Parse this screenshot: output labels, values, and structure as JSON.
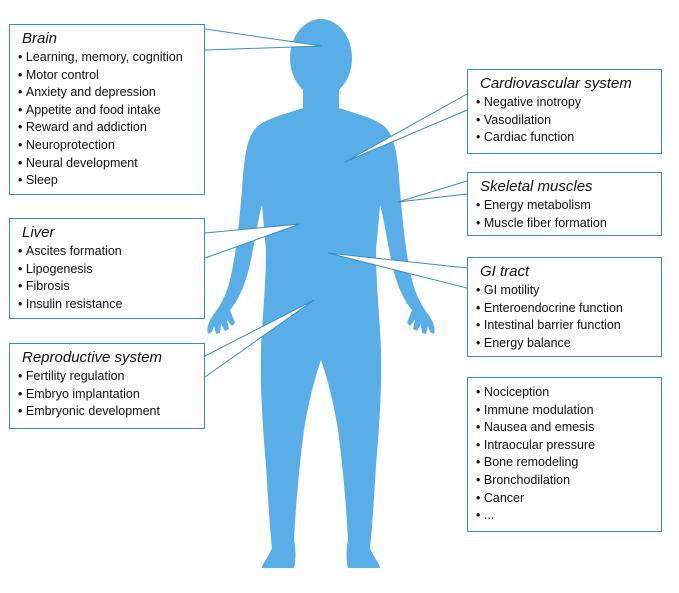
{
  "colors": {
    "body": "#5aaee8",
    "box_border": "#3b8fc0",
    "text": "#111111",
    "background": "#ffffff"
  },
  "brain": {
    "title": "Brain",
    "items": [
      "Learning, memory, cognition",
      "Motor control",
      "Anxiety and depression",
      "Appetite and food intake",
      "Reward and addiction",
      "Neuroprotection",
      "Neural development",
      "Sleep"
    ]
  },
  "liver": {
    "title": "Liver",
    "items": [
      "Ascites formation",
      "Lipogenesis",
      "Fibrosis",
      "Insulin resistance"
    ]
  },
  "reproductive": {
    "title": "Reproductive system",
    "items": [
      "Fertility regulation",
      "Embryo implantation",
      "Embryonic development"
    ]
  },
  "cardiovascular": {
    "title": "Cardiovascular system",
    "items": [
      "Negative inotropy",
      "Vasodilation",
      "Cardiac function"
    ]
  },
  "skeletal": {
    "title": "Skeletal muscles",
    "items": [
      "Energy metabolism",
      "Muscle fiber formation"
    ]
  },
  "gi": {
    "title": "GI tract",
    "items": [
      "GI motility",
      "Enteroendocrine function",
      "Intestinal barrier function",
      "Energy balance"
    ]
  },
  "other": {
    "items": [
      "Nociception",
      "Immune modulation",
      "Nausea and emesis",
      "Intraocular pressure",
      "Bone remodeling",
      "Bronchodilation",
      "Cancer",
      "..."
    ]
  }
}
